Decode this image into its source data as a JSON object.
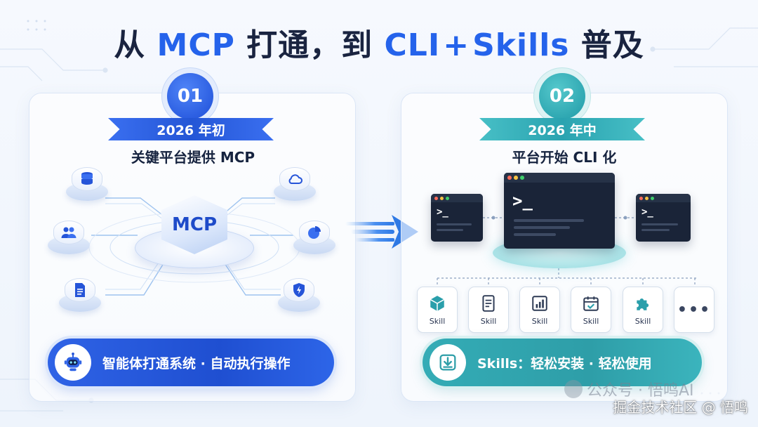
{
  "title": {
    "part1": "从 ",
    "part2": "MCP",
    "part3": " 打通，到 ",
    "part4": "CLI",
    "part5": "+",
    "part6": "Skills",
    "part7": " 普及"
  },
  "left_panel": {
    "step": "01",
    "ribbon": "2026 年初",
    "subtitle": "关键平台提供 MCP",
    "hub_label": "MCP",
    "nodes": [
      "database-icon",
      "users-icon",
      "document-icon",
      "cloud-icon",
      "pie-chart-icon",
      "shield-icon"
    ],
    "pill_text": "智能体打通系统 · 自动执行操作",
    "pill_icon": "robot-icon"
  },
  "right_panel": {
    "step": "02",
    "ribbon": "2026 年中",
    "subtitle": "平台开始 CLI 化",
    "terminal_prompt": ">_",
    "skills": [
      {
        "icon": "cube-icon",
        "label": "Skill"
      },
      {
        "icon": "checklist-icon",
        "label": "Skill"
      },
      {
        "icon": "bar-chart-icon",
        "label": "Skill"
      },
      {
        "icon": "calendar-check-icon",
        "label": "Skill"
      },
      {
        "icon": "puzzle-icon",
        "label": "Skill"
      },
      {
        "icon": "more-icon",
        "label": "•••"
      }
    ],
    "pill_text": "Skills：轻松安装 · 轻松使用",
    "pill_icon": "download-icon"
  },
  "watermark": "公众号 · 悟鸣AI",
  "credit": "掘金技术社区 @ 悟鸣",
  "colors": {
    "blue": "#2563eb",
    "teal": "#2aa3b0",
    "dark": "#1a2440"
  }
}
